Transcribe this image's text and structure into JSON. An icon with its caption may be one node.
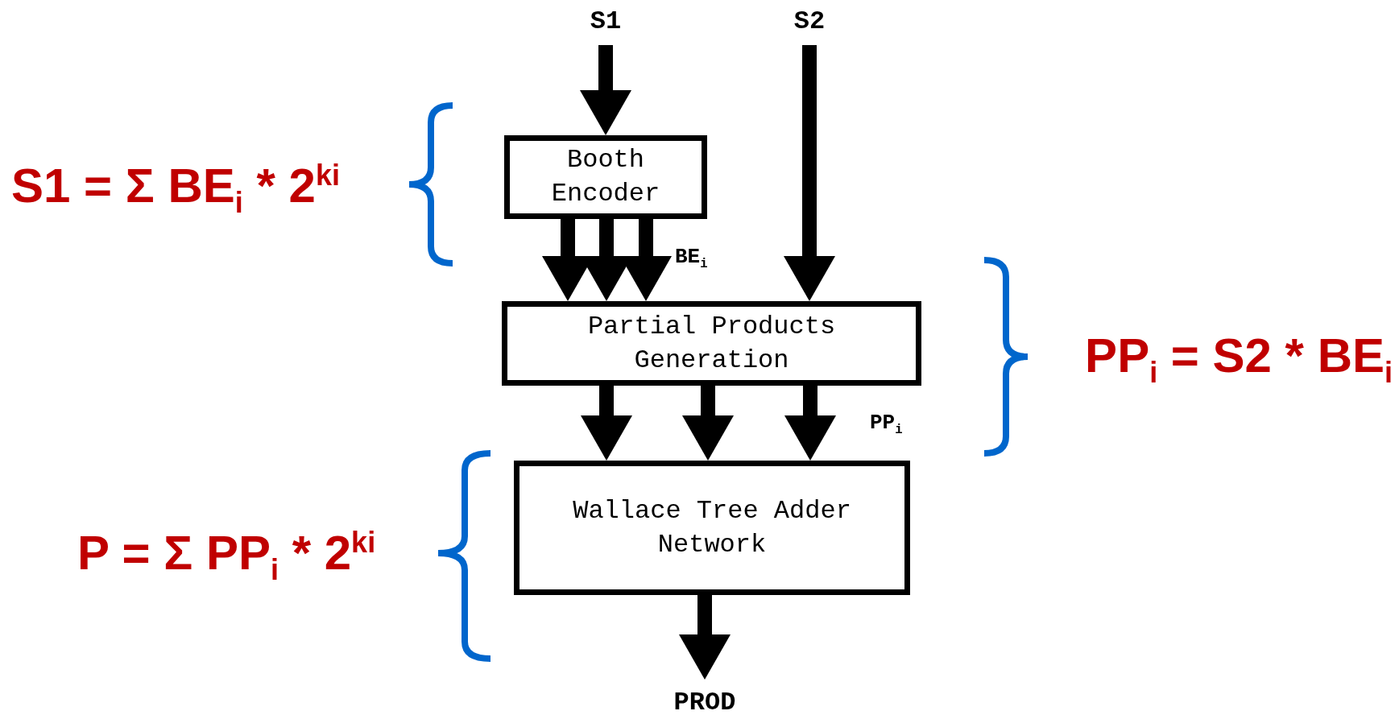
{
  "diagram": {
    "nodes": [
      {
        "text": [
          "S1"
        ]
      },
      {
        "text": [
          "S2"
        ]
      },
      {
        "text": [
          "Booth Encoder"
        ]
      },
      {
        "text": [
          "Partial Products Generation"
        ]
      },
      {
        "text": [
          "Wallace Tree Adder Network"
        ]
      },
      {
        "text": [
          "PROD"
        ]
      }
    ],
    "edges": [
      {
        "from": 0,
        "to": 2,
        "arrow": "to"
      },
      {
        "from": 1,
        "to": 3,
        "arrow": "to"
      },
      {
        "from": 2,
        "to": 3,
        "arrow": "to"
      },
      {
        "from": 2,
        "to": 3,
        "arrow": "to"
      },
      {
        "from": 2,
        "to": 3,
        "arrow": "to",
        "label": "BE$_{i}$"
      },
      {
        "from": 3,
        "to": 4,
        "arrow": "to"
      },
      {
        "from": 3,
        "to": 4,
        "arrow": "to"
      },
      {
        "from": 3,
        "to": 4,
        "arrow": "to",
        "label": "PP$_{i}$"
      },
      {
        "from": 4,
        "to": 5,
        "arrow": "to"
      }
    ],
    "labels": [
      "S1 = Σ BE$_{i}$ * 2$^{ki}$",
      "PP$_{i}$ = S2 * BE$_{i}$",
      "P = Σ PP$_{i}$ * 2$^{ki}$"
    ]
  }
}
